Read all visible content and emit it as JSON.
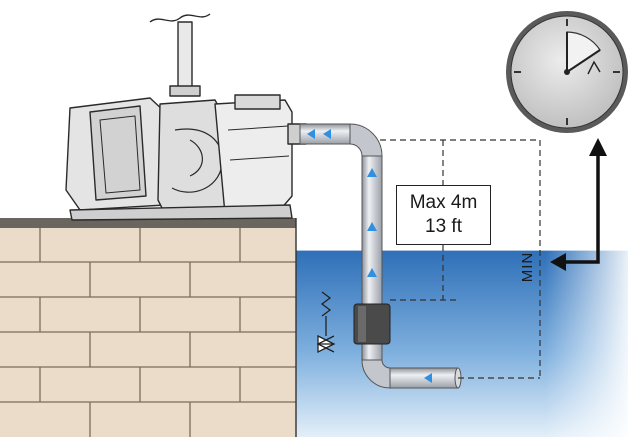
{
  "labels": {
    "max_height_metric": "Max 4m",
    "max_height_imperial": "13 ft",
    "water_level": "MIN"
  },
  "icons": [
    "pump-motor-icon",
    "clock-icon",
    "foot-valve-icon",
    "brick-wall-icon"
  ],
  "colors": {
    "water_top": "#2e6fb8",
    "water_bottom": "#dcebf7",
    "pipe": "#c9ccd2",
    "flow_arrow": "#2f8fe0",
    "brick": "#eadcc9",
    "mortar": "#7a6c5c",
    "clock_face": "#d8d8d8"
  }
}
